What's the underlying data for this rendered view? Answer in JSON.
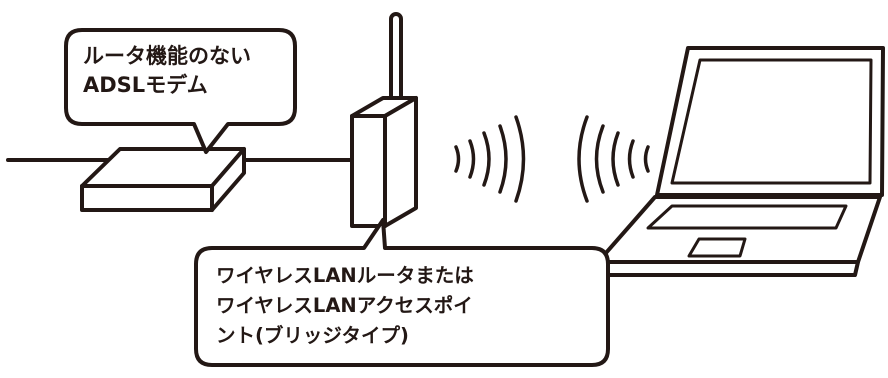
{
  "modem_label": {
    "lines": [
      "ルータ機能のない",
      "ADSLモデム"
    ]
  },
  "router_label": {
    "lines": [
      "ワイヤレスLANルータまたは",
      "ワイヤレスLANアクセスポイ",
      "ント(ブリッジタイプ)"
    ]
  },
  "colors": {
    "stroke": "#231815",
    "fill": "#ffffff"
  }
}
